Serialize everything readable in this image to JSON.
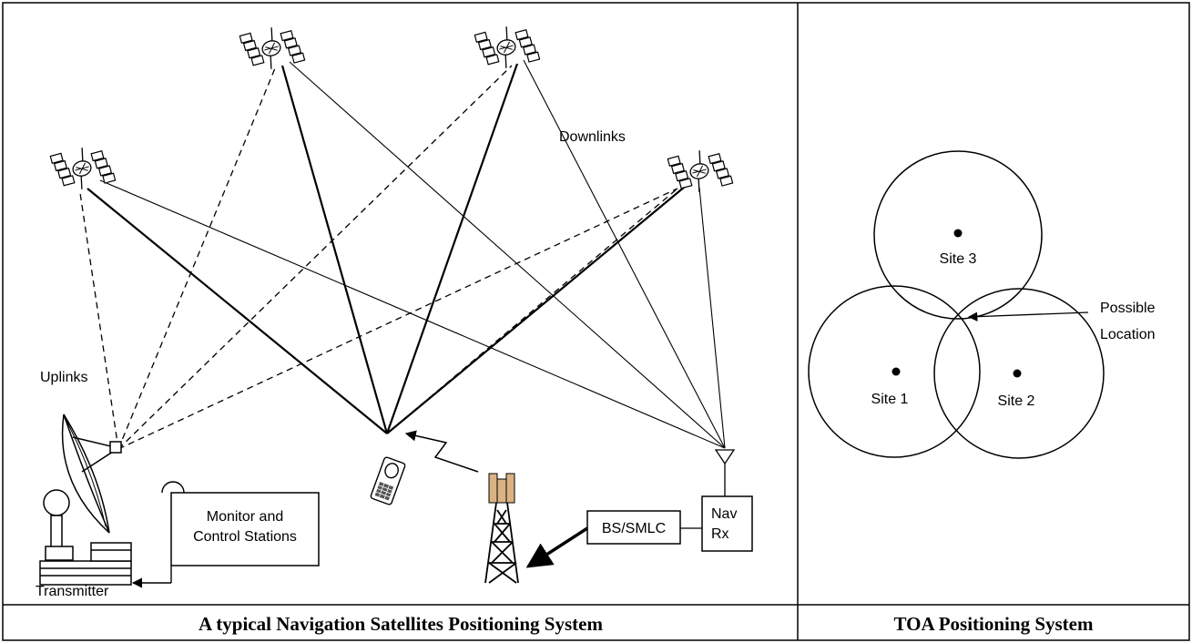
{
  "left_panel": {
    "caption": "A typical Navigation Satellites Positioning System",
    "labels": {
      "downlinks": "Downlinks",
      "uplinks": "Uplinks",
      "transmitter": "Transmitter",
      "monitor_line1": "Monitor and",
      "monitor_line2": "Control Stations",
      "bs_smlc": "BS/SMLC",
      "nav_line1": "Nav",
      "nav_line2": "Rx"
    }
  },
  "right_panel": {
    "caption": "TOA Positioning System",
    "labels": {
      "site1": "Site 1",
      "site2": "Site 2",
      "site3": "Site 3",
      "possible_line1": "Possible",
      "possible_line2": "Location"
    }
  },
  "colors": {
    "line": "#000000",
    "tower": "#d9b382",
    "background": "#ffffff"
  }
}
